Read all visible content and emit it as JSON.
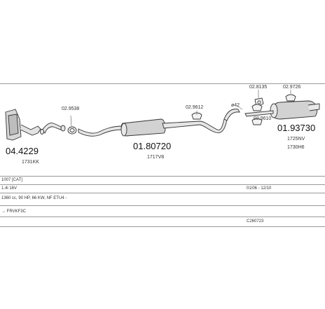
{
  "parts": {
    "catalyst_number": "04.4229",
    "catalyst_code": "1731KK",
    "clamp_left_number": "02.9538",
    "middle_number": "01.80720",
    "middle_code": "1717V8",
    "bracket_middle_number": "02.9612",
    "diameter": "ø42",
    "bracket_top_number": "02.8135",
    "bracket_lower_number": "02.9610",
    "bracket_right_number": "02.9726",
    "rear_number": "01.93730",
    "rear_code_1": "1725NV",
    "rear_code_2": "1730H6"
  },
  "info_rows": {
    "model": "1007 [CAT]",
    "engine": "1.4i 16V",
    "spec": "1360 cc, 90 HP, 66 KW, NF ETU4 -",
    "drive": "→ FRVKF3C",
    "period": "01/06 - 12/10",
    "catalog_code": "C260723"
  },
  "colors": {
    "line": "#333333",
    "fill": "#d7d7d7",
    "divider": "#9a9a9a"
  }
}
